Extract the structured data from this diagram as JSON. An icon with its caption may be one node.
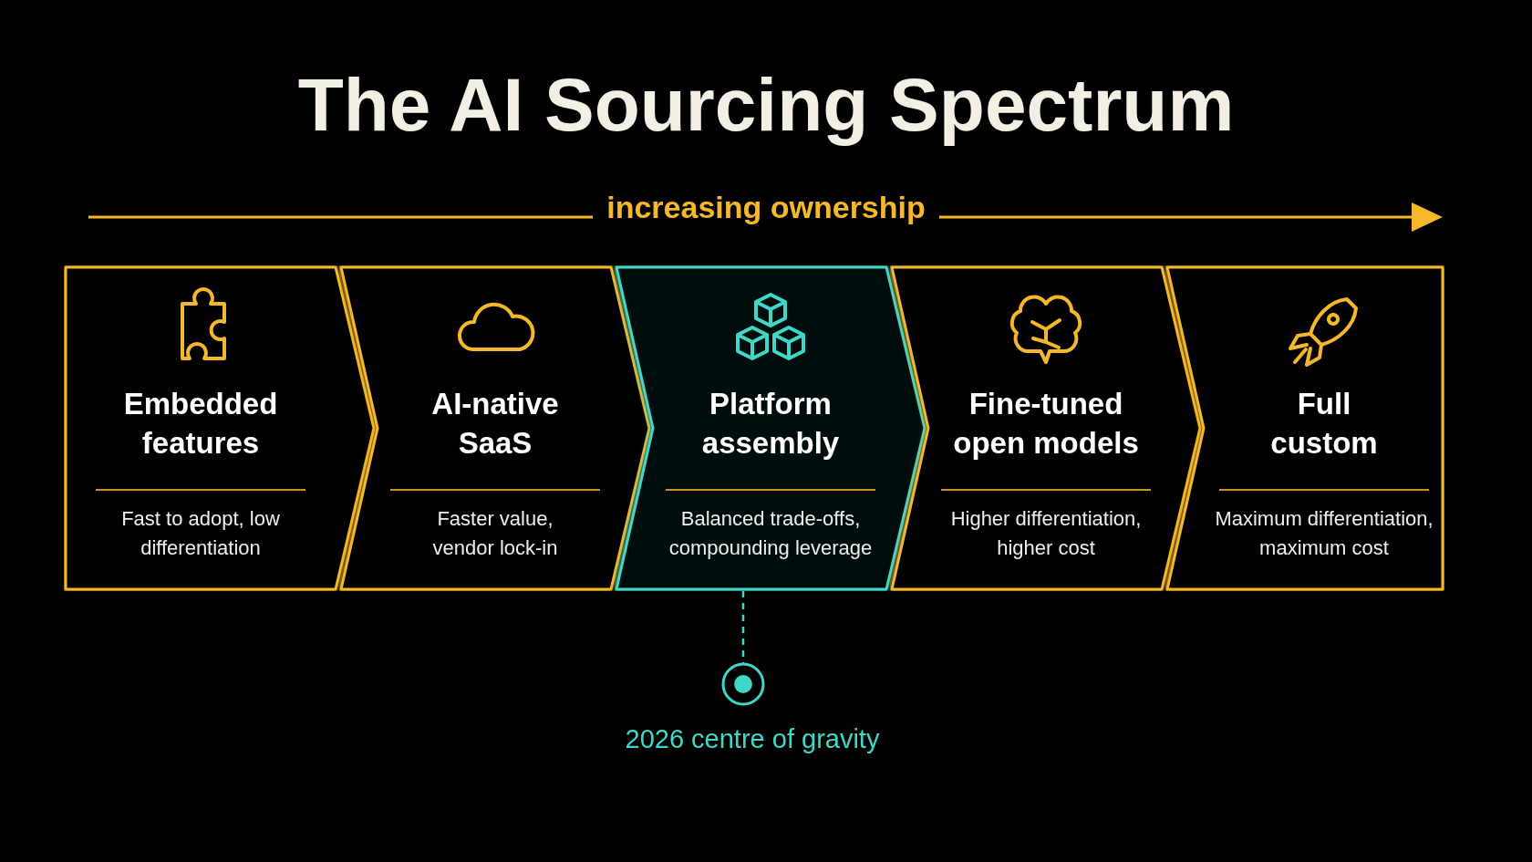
{
  "diagram": {
    "title": "The AI Sourcing Spectrum",
    "nodes": [
      {
        "text": [
          "Embedded features",
          "Fast to adopt, low differentiation"
        ]
      },
      {
        "text": [
          "AI-native SaaS",
          "Faster value, vendor lock-in"
        ]
      },
      {
        "text": [
          "Platform assembly",
          "Balanced trade-offs, compounding leverage"
        ]
      },
      {
        "text": [
          "Fine-tuned open models",
          "Higher differentiation, higher cost"
        ]
      },
      {
        "text": [
          "Full custom",
          "Maximum differentiation, maximum cost"
        ]
      },
      {
        "text": [],
        "shape": "circle",
        "beside": [
          "2026 centre of gravity"
        ]
      }
    ],
    "edges": [
      {
        "from": 2,
        "to": 5,
        "arrow": "none",
        "style": "dashed",
        "color": "#3fd8c8"
      }
    ],
    "labels": [
      "increasing ownership"
    ]
  }
}
